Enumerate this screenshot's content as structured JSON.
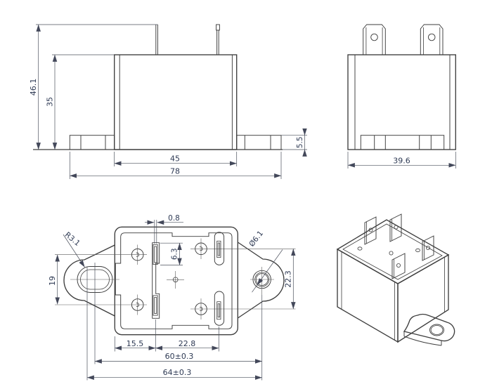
{
  "meta": {
    "drawing_type": "relay dimensional drawing",
    "background_color": "#ffffff",
    "line_color": "#3d3d3d",
    "dim_text_color": "#2e3a54"
  },
  "front_view": {
    "dims": {
      "overall_height": "46.1",
      "body_height": "35",
      "body_width": "45",
      "flange_span": "78",
      "flange_thickness": "5.5"
    }
  },
  "side_view": {
    "dims": {
      "body_depth": "39.6"
    }
  },
  "bottom_view": {
    "dims": {
      "coil_slot_width": "0.8",
      "coil_slot_length": "6.3",
      "slot_radius": "R3.1",
      "left_terminal_pitch": "19",
      "mount_hole_diameter": "Ø6.1",
      "right_terminal_pitch": "22.3",
      "slot_to_edge": "15.5",
      "slot_to_slot": "22.8",
      "mount_hole_pitch": "60±0.3",
      "overall_mount_length": "64±0.3"
    }
  }
}
